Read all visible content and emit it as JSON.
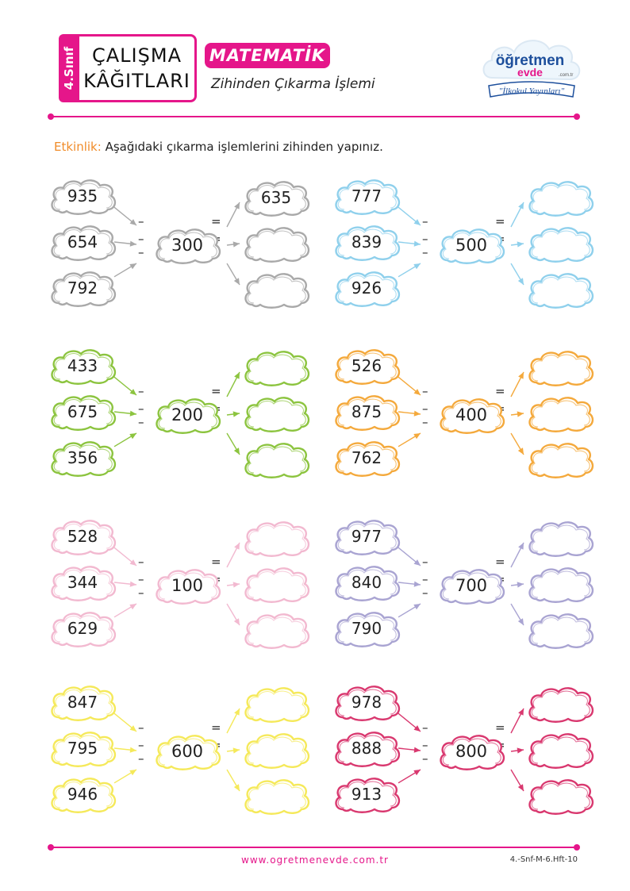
{
  "header": {
    "grade_tab": "4.Sınıf",
    "title_line1": "ÇALIŞMA",
    "title_line2": "KÂĞITLARI",
    "subject": "MATEMATİK",
    "topic": "Zihinden Çıkarma İşlemi"
  },
  "logo": {
    "brand_part1": "öğretmen",
    "brand_part2": "evde",
    "domain_suffix": ".com.tr",
    "tagline": "\"İlkokul Yayınları\""
  },
  "instruction": {
    "label": "Etkinlik:",
    "text": "Aşağıdaki çıkarma işlemlerini zihinden yapınız."
  },
  "operators": {
    "minus": "–",
    "equals": "="
  },
  "exercises": [
    {
      "color": "#a9a9a9",
      "numbers": [
        "935",
        "654",
        "792"
      ],
      "subtrahend": "300",
      "answers": [
        "635",
        "",
        ""
      ]
    },
    {
      "color": "#8fd0ec",
      "numbers": [
        "777",
        "839",
        "926"
      ],
      "subtrahend": "500",
      "answers": [
        "",
        "",
        ""
      ]
    },
    {
      "color": "#8cc43f",
      "numbers": [
        "433",
        "675",
        "356"
      ],
      "subtrahend": "200",
      "answers": [
        "",
        "",
        ""
      ]
    },
    {
      "color": "#f4a93c",
      "numbers": [
        "526",
        "875",
        "762"
      ],
      "subtrahend": "400",
      "answers": [
        "",
        "",
        ""
      ]
    },
    {
      "color": "#f2b9d0",
      "numbers": [
        "528",
        "344",
        "629"
      ],
      "subtrahend": "100",
      "answers": [
        "",
        "",
        ""
      ]
    },
    {
      "color": "#a9a4d2",
      "numbers": [
        "977",
        "840",
        "790"
      ],
      "subtrahend": "700",
      "answers": [
        "",
        "",
        ""
      ]
    },
    {
      "color": "#f5e95a",
      "numbers": [
        "847",
        "795",
        "946"
      ],
      "subtrahend": "600",
      "answers": [
        "",
        "",
        ""
      ]
    },
    {
      "color": "#d9386f",
      "numbers": [
        "978",
        "888",
        "913"
      ],
      "subtrahend": "800",
      "answers": [
        "",
        "",
        ""
      ]
    }
  ],
  "footer": {
    "url": "www.ogretmenevde.com.tr",
    "code": "4.-Snf-M-6.Hft-10"
  }
}
